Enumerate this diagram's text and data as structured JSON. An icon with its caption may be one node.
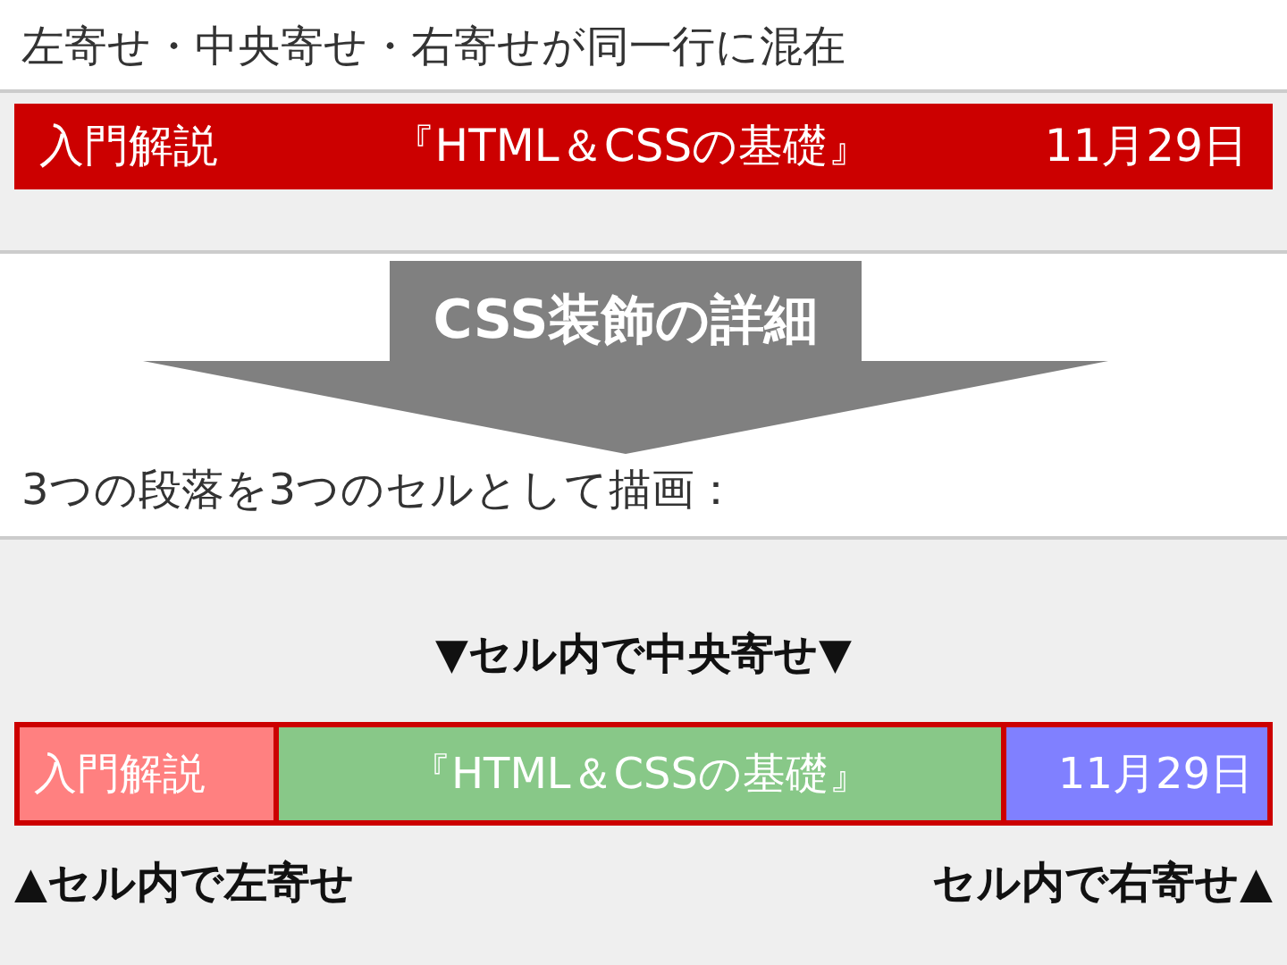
{
  "diagram": {
    "nodes": [
      {
        "text": [
          "入門解説",
          "『HTML＆CSSの基礎』",
          "11月29日"
        ]
      },
      {
        "text": [
          "CSS装飾の詳細"
        ]
      },
      {
        "text": [
          "入門解説"
        ]
      },
      {
        "text": [
          "『HTML＆CSSの基礎』"
        ]
      },
      {
        "text": [
          "11月29日"
        ]
      }
    ],
    "edges": [],
    "labels": [
      "左寄せ・中央寄せ・右寄せが同一行に混在",
      "3つの段落を3つのセルとして描画：",
      "▼セル内で中央寄せ▼",
      "▲セル内で左寄せ",
      "セル内で右寄せ▲"
    ]
  }
}
